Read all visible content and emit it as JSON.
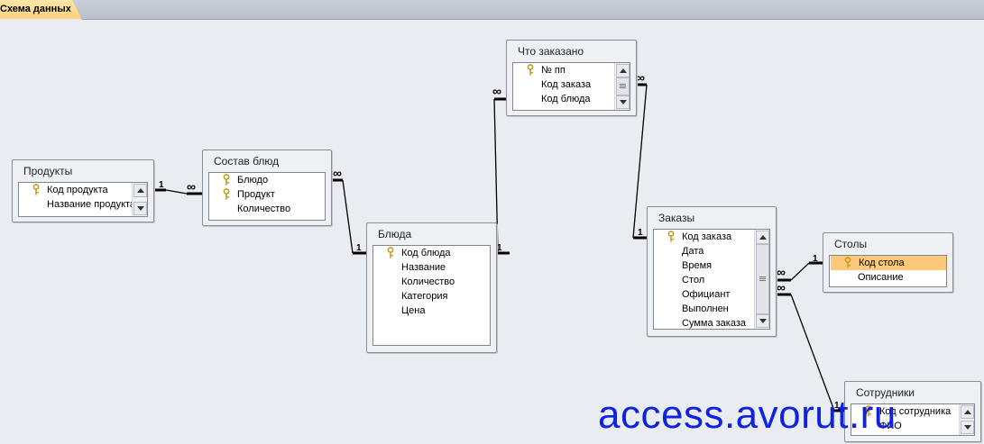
{
  "tab": {
    "label": "Схема данных"
  },
  "tables": {
    "produkty": {
      "title": "Продукты",
      "fields": [
        {
          "name": "Код продукта",
          "key": true
        },
        {
          "name": "Название продукта",
          "key": false
        }
      ]
    },
    "sostav": {
      "title": "Состав блюд",
      "fields": [
        {
          "name": "Блюдо",
          "key": true
        },
        {
          "name": "Продукт",
          "key": true
        },
        {
          "name": "Количество",
          "key": false
        }
      ]
    },
    "blyuda": {
      "title": "Блюда",
      "fields": [
        {
          "name": "Код блюда",
          "key": true
        },
        {
          "name": "Название",
          "key": false
        },
        {
          "name": "Количество",
          "key": false
        },
        {
          "name": "Категория",
          "key": false
        },
        {
          "name": "Цена",
          "key": false
        }
      ]
    },
    "chto": {
      "title": "Что заказано",
      "fields": [
        {
          "name": "№ пп",
          "key": true
        },
        {
          "name": "Код заказа",
          "key": false
        },
        {
          "name": "Код блюда",
          "key": false
        }
      ]
    },
    "zakazy": {
      "title": "Заказы",
      "fields": [
        {
          "name": "Код заказа",
          "key": true
        },
        {
          "name": "Дата",
          "key": false
        },
        {
          "name": "Время",
          "key": false
        },
        {
          "name": "Стол",
          "key": false
        },
        {
          "name": "Официант",
          "key": false
        },
        {
          "name": "Выполнен",
          "key": false
        },
        {
          "name": "Сумма заказа",
          "key": false
        }
      ]
    },
    "stoly": {
      "title": "Столы",
      "fields": [
        {
          "name": "Код стола",
          "key": true,
          "selected": true
        },
        {
          "name": "Описание",
          "key": false
        }
      ]
    },
    "sotrudniki": {
      "title": "Сотрудники",
      "fields": [
        {
          "name": "Код сотрудника",
          "key": true
        },
        {
          "name": "ФИО",
          "key": false
        }
      ]
    }
  },
  "relationships": {
    "one_label": "1",
    "many_label": "∞",
    "lines": [
      {
        "from": "produkty",
        "to": "sostav"
      },
      {
        "from": "sostav",
        "to": "blyuda"
      },
      {
        "from": "chto",
        "to": "blyuda"
      },
      {
        "from": "chto",
        "to": "zakazy"
      },
      {
        "from": "zakazy",
        "to": "stoly"
      },
      {
        "from": "zakazy",
        "to": "sotrudniki"
      }
    ]
  },
  "watermark": "access.avorut.ru",
  "colors": {
    "selected_row": "#fbc97a",
    "key_icon": "#c89b1e",
    "watermark": "#0f22e0"
  }
}
